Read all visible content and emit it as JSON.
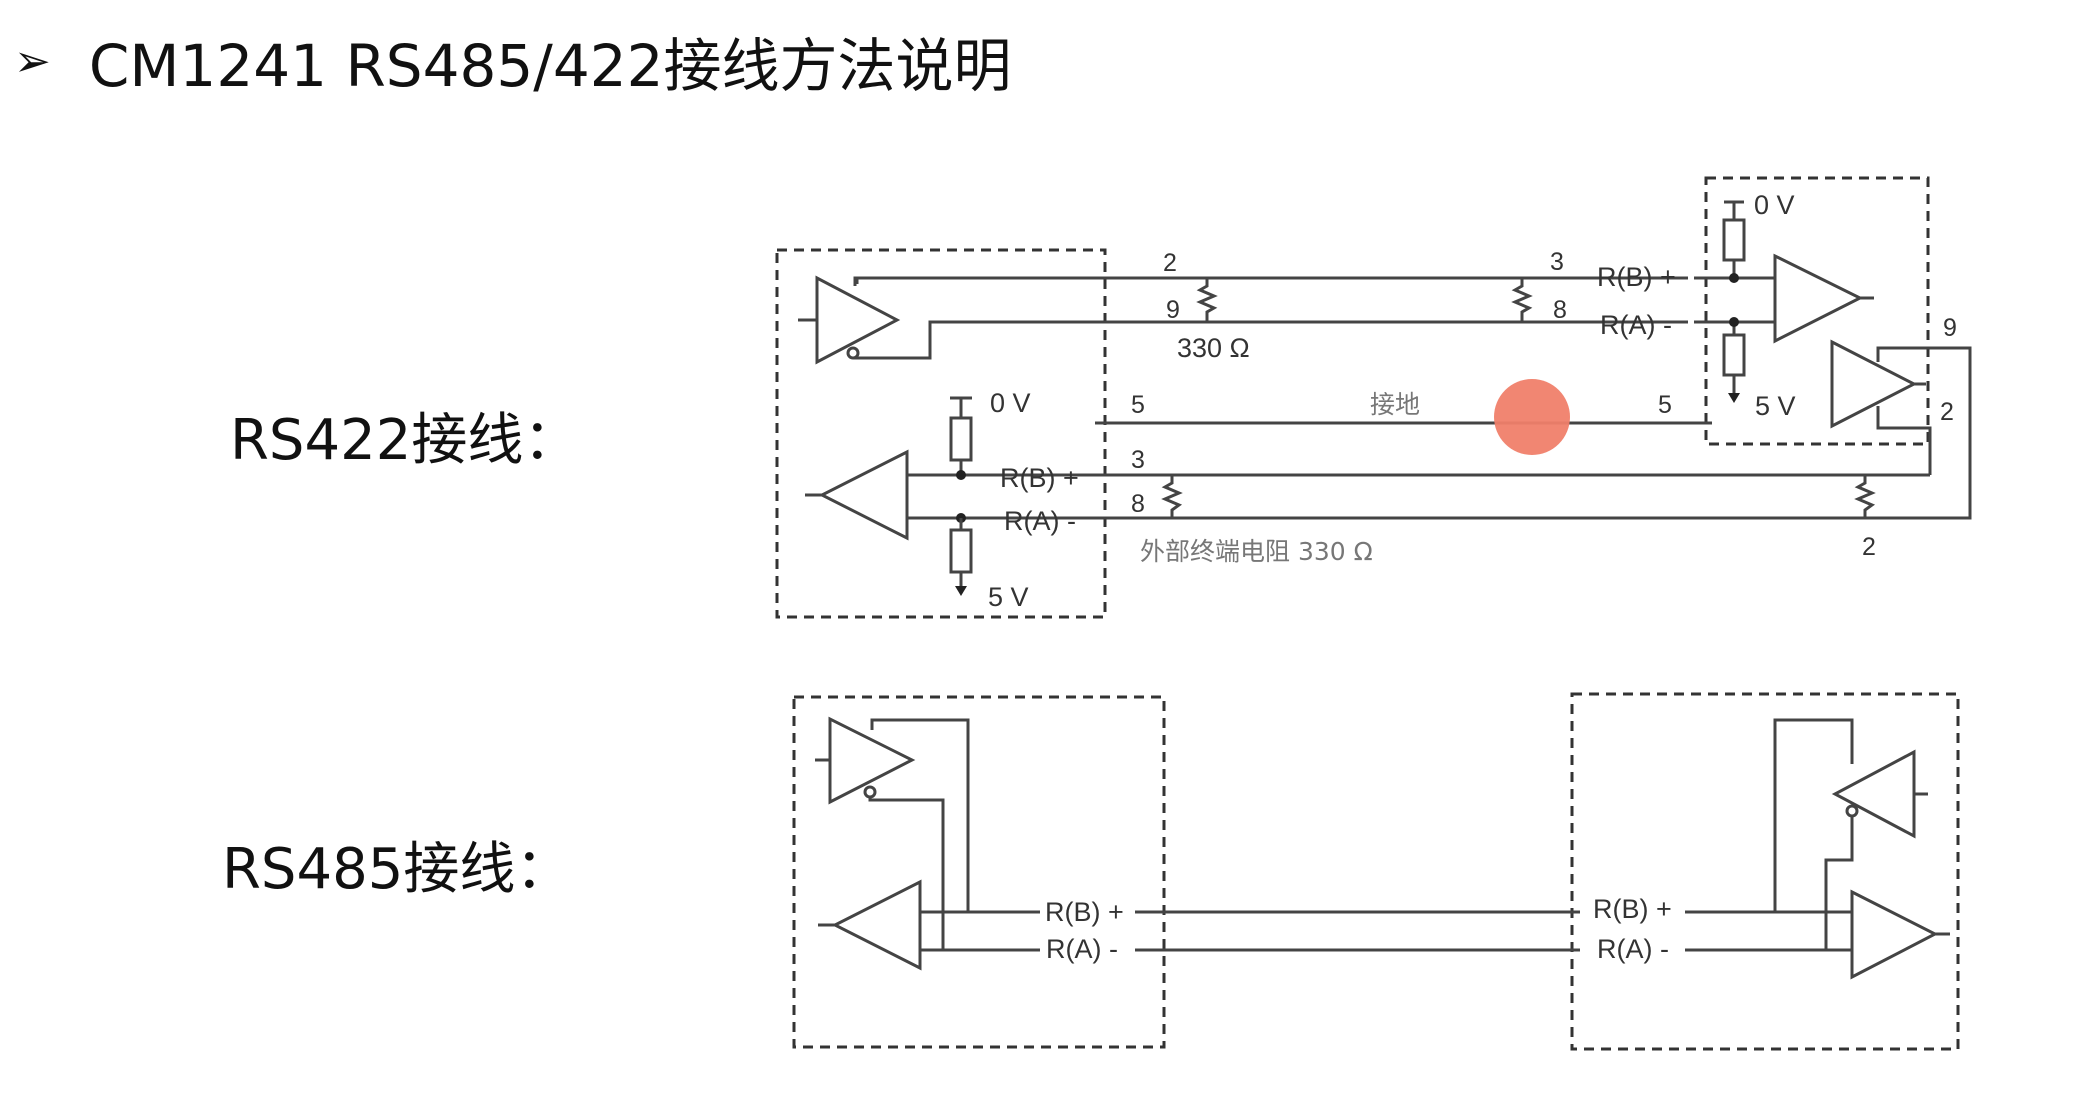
{
  "header": {
    "bullet": "➢",
    "title": "CM1241 RS485/422接线方法说明"
  },
  "sections": {
    "rs422_label": "RS422接线：",
    "rs485_label": "RS485接线："
  },
  "rs422_diagram": {
    "pin_2_top": "2",
    "pin_9_top": "9",
    "pin_3_top": "3",
    "pin_8_top": "8",
    "resistor_330": "330 Ω",
    "rx_rb_plus": "R(B) +",
    "rx_ra_minus": "R(A) -",
    "zero_v_right": "0 V",
    "five_v_right": "5 V",
    "pin_9_right": "9",
    "pin_2_right": "2",
    "zero_v_left": "0 V",
    "five_v_left": "5 V",
    "pin_5_left": "5",
    "ground_label": "接地",
    "pin_5_right": "5",
    "left_rb_plus": "R(B) +",
    "left_ra_minus": "R(A) -",
    "pin_3_left": "3",
    "pin_8_left": "8",
    "external_resistor": "外部终端电阻  330  Ω",
    "pin_2_bottom": "2"
  },
  "rs485_diagram": {
    "left_rb_plus": "R(B) +",
    "left_ra_minus": "R(A) -",
    "right_rb_plus": "R(B) +",
    "right_ra_minus": "R(A) -"
  },
  "colors": {
    "pointer": "#f0806a"
  }
}
